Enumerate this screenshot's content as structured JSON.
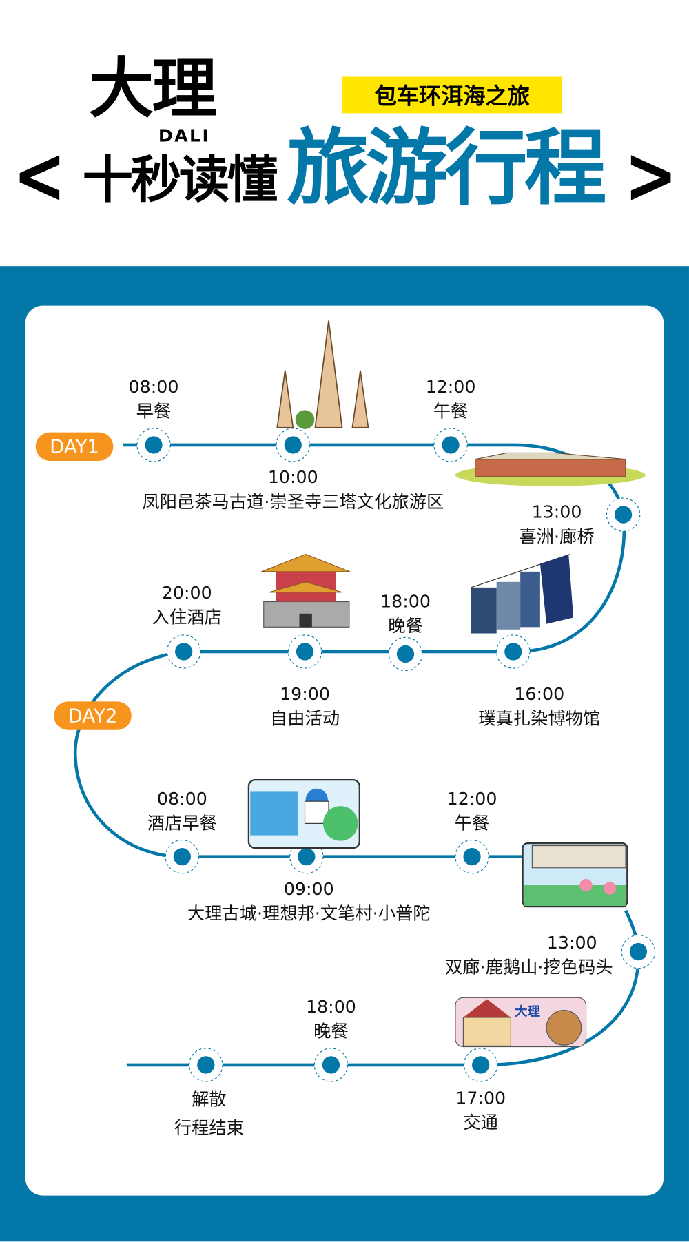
{
  "header": {
    "title_cn": "大理",
    "title_en": "DALI",
    "subtitle_left": "十秒读懂",
    "tagline": "包车环洱海之旅",
    "subtitle_right": "旅游行程",
    "bracket_left": "<",
    "bracket_right": ">"
  },
  "colors": {
    "accent": "#0477a9",
    "badge": "#f7941d",
    "highlight": "#ffe600"
  },
  "days": [
    {
      "label": "DAY1",
      "stops": [
        {
          "time": "08:00",
          "place": "早餐"
        },
        {
          "time": "10:00",
          "place": "凤阳邑茶马古道·崇圣寺三塔文化旅游区"
        },
        {
          "time": "12:00",
          "place": "午餐"
        },
        {
          "time": "13:00",
          "place": "喜洲·廊桥"
        },
        {
          "time": "16:00",
          "place": "璞真扎染博物馆"
        },
        {
          "time": "18:00",
          "place": "晚餐"
        },
        {
          "time": "19:00",
          "place": "自由活动"
        },
        {
          "time": "20:00",
          "place": "入住酒店"
        }
      ]
    },
    {
      "label": "DAY2",
      "stops": [
        {
          "time": "08:00",
          "place": "酒店早餐"
        },
        {
          "time": "09:00",
          "place": "大理古城·理想邦·文笔村·小普陀"
        },
        {
          "time": "12:00",
          "place": "午餐"
        },
        {
          "time": "13:00",
          "place": "双廊·鹿鹅山·挖色码头"
        },
        {
          "time": "17:00",
          "place": "交通"
        },
        {
          "time": "18:00",
          "place": "晚餐"
        },
        {
          "time": "",
          "place": "解散",
          "note": "行程结束"
        }
      ]
    }
  ],
  "illustrations": [
    "three-pagodas-icon",
    "xizhou-village-icon",
    "tie-dye-cloth-icon",
    "city-gate-tower-icon",
    "seaside-village-icon",
    "erhai-shore-icon",
    "dali-gate-souvenir-icon"
  ]
}
